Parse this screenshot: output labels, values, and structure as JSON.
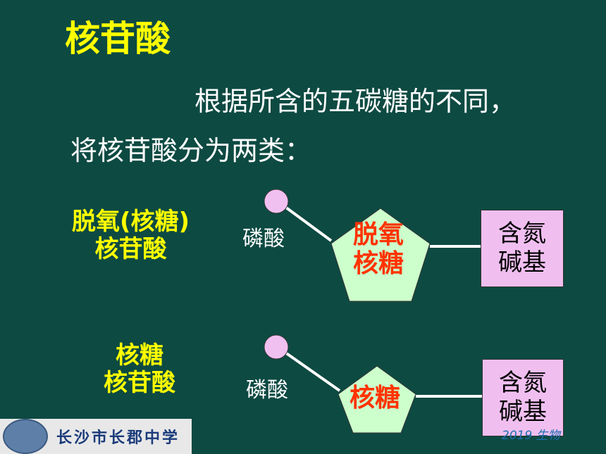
{
  "slide": {
    "title": "核苷酸",
    "intro_line1": "根据所含的五碳糖的不同，",
    "intro_line2": "将核苷酸分为两类："
  },
  "types": [
    {
      "label_line1": "脱氧(核糖)",
      "label_line2": "核苷酸",
      "phosphate_label": "磷酸",
      "sugar_line1": "脱氧",
      "sugar_line2": "核糖",
      "base_line1": "含氮",
      "base_line2": "碱基"
    },
    {
      "label_line1": "核糖",
      "label_line2": "核苷酸",
      "phosphate_label": "磷酸",
      "sugar_line1": "核糖",
      "base_line1": "含氮",
      "base_line2": "碱基"
    }
  ],
  "footer": {
    "school_name": "长沙市长郡中学",
    "watermark": "2019 生物"
  },
  "colors": {
    "background": "#0d4a42",
    "title": "#ffff00",
    "sugar_text": "#ff3300",
    "pentagon_fill": "#ccffcc",
    "phosphate_fill": "#f0c0f0",
    "base_fill": "#f0bff0"
  }
}
